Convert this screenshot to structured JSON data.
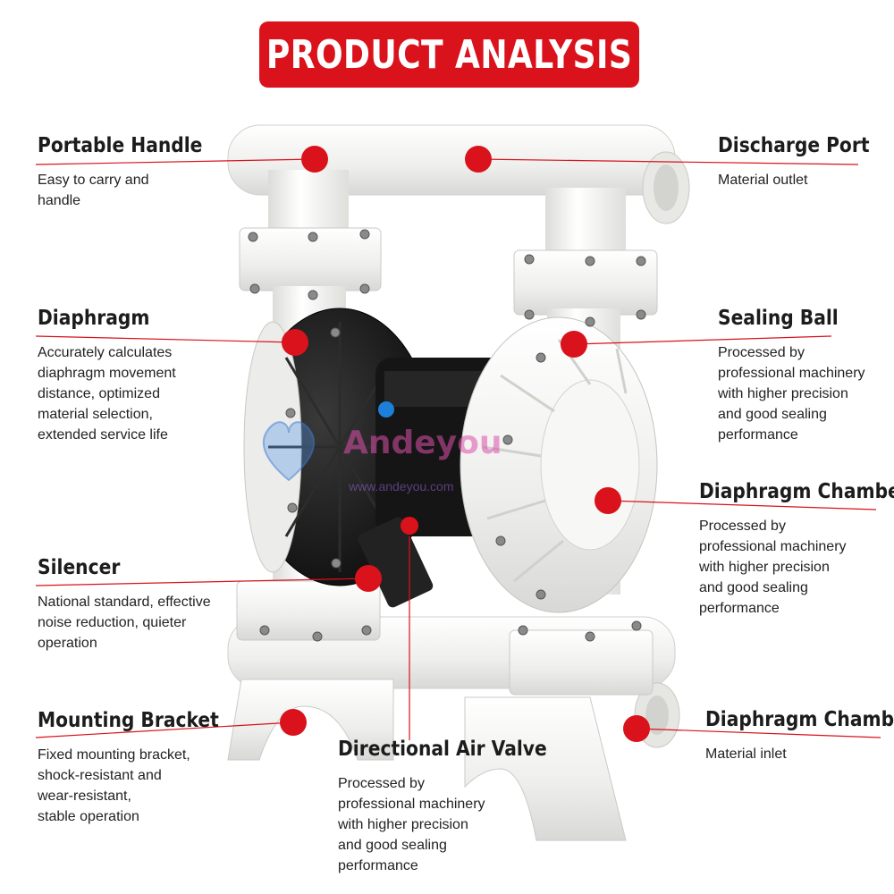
{
  "banner": {
    "title": "PRODUCT ANALYSIS"
  },
  "watermark": {
    "brand": "Andeyou",
    "url": "www.andeyou.com"
  },
  "colors": {
    "accent": "#d9121b",
    "body_plastic": "#f2f3f1",
    "center_body": "#141414"
  },
  "callouts": {
    "portable_handle": {
      "title": "Portable Handle",
      "desc": "Easy to carry and\nhandle"
    },
    "discharge_port": {
      "title": "Discharge Port",
      "desc": "Material outlet"
    },
    "diaphragm": {
      "title": "Diaphragm",
      "desc": "Accurately calculates\ndiaphragm movement\ndistance, optimized\nmaterial selection,\nextended service life"
    },
    "sealing_ball": {
      "title": "Sealing Ball",
      "desc": "Processed by\nprofessional machinery\nwith higher precision\nand good sealing\nperformance"
    },
    "diaphragm_chamber_1": {
      "title": "Diaphragm Chamber",
      "desc": "Processed by\nprofessional machinery\nwith higher precision\nand good sealing\nperformance"
    },
    "silencer": {
      "title": "Silencer",
      "desc": "National standard, effective\nnoise reduction, quieter\noperation"
    },
    "mounting_bracket": {
      "title": "Mounting Bracket",
      "desc": "Fixed mounting bracket,\nshock-resistant and\nwear-resistant,\nstable operation"
    },
    "directional_air_valve": {
      "title": "Directional Air Valve",
      "desc": "Processed by\nprofessional machinery\nwith higher precision\nand good sealing\nperformance"
    },
    "diaphragm_chamber_2": {
      "title": "Diaphragm Chamber",
      "desc": "Material inlet"
    }
  }
}
